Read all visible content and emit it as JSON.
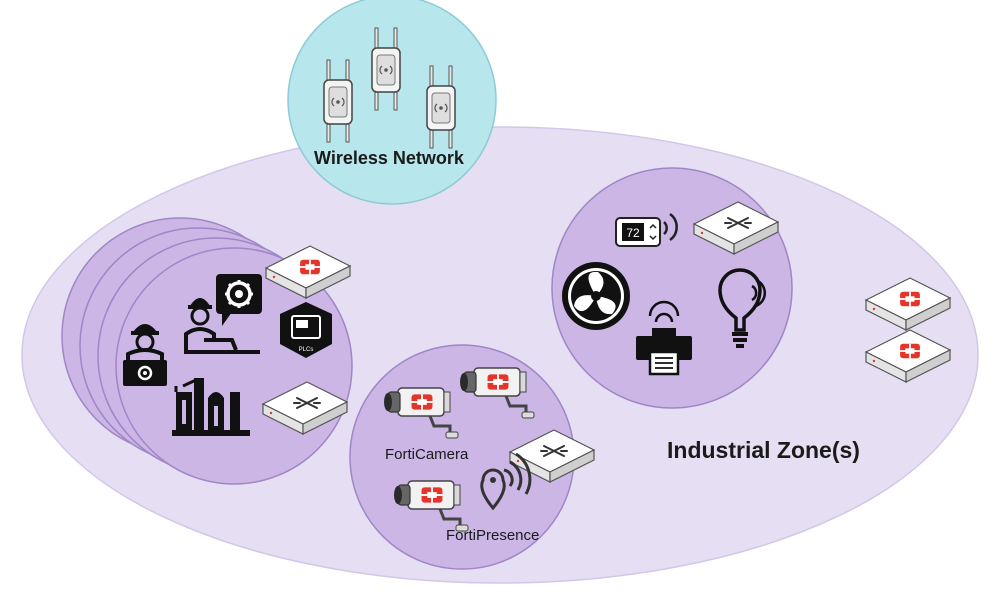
{
  "labels": {
    "wireless_network": "Wireless Network",
    "industrial_zone": "Industrial Zone(s)",
    "forticamera": "FortiCamera",
    "fortipresence": "FortiPresence",
    "plc_badge": "PLCs",
    "thermostat_reading": "72"
  },
  "colors": {
    "zone_fill": "#e6dff3",
    "zone_stroke": "#d2c7e8",
    "cell_fill": "#cbb6e6",
    "cell_stroke": "#9f86c7",
    "wireless_fill": "#b7e6ec",
    "wireless_stroke": "#8ccbd6",
    "fortinet_red": "#e5352b",
    "icon_black": "#111111"
  },
  "icons": [
    "access-point-icon",
    "fortigate-firewall-icon",
    "network-switch-icon",
    "engineer-laptop-icon",
    "engineer-gear-icon",
    "plc-icon",
    "factory-icon",
    "security-camera-icon",
    "location-pin-icon",
    "thermostat-icon",
    "fan-icon",
    "printer-icon",
    "light-bulb-icon"
  ]
}
